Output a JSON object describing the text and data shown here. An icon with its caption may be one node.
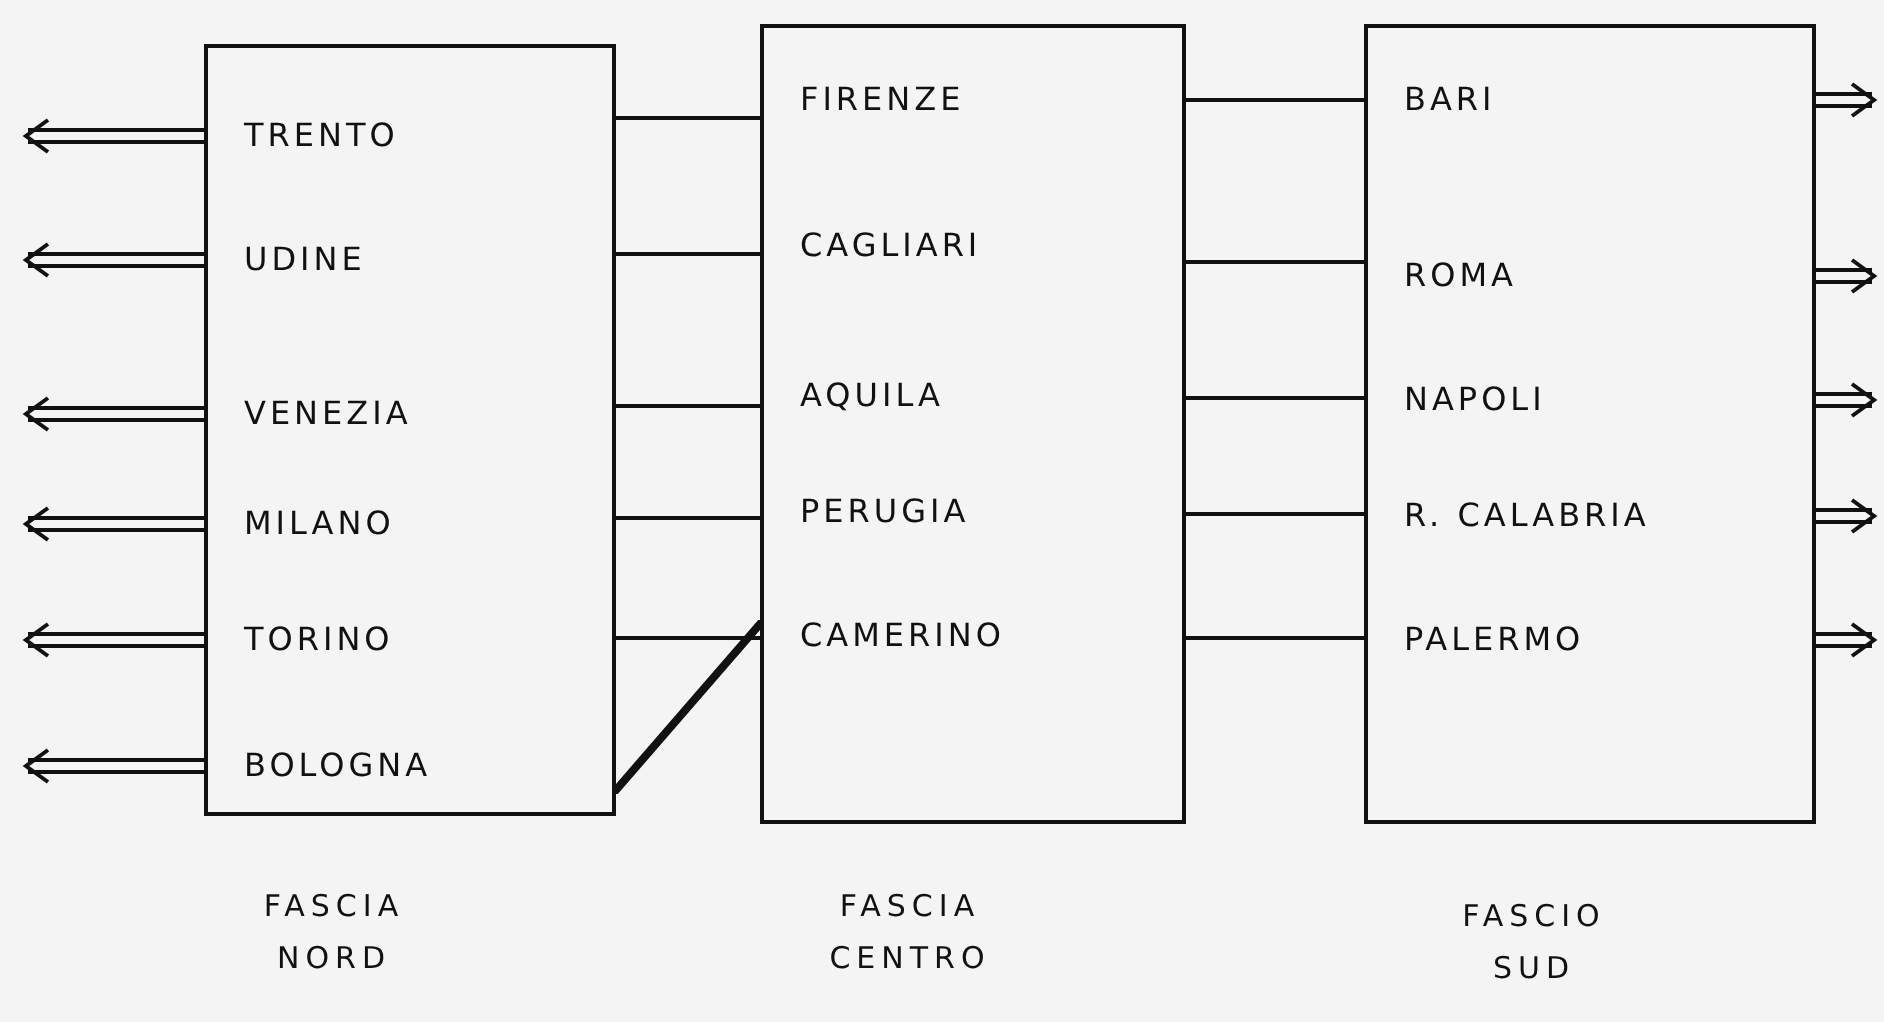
{
  "diagram": {
    "nodes": [
      {
        "text": [],
        "shape": "box",
        "beside": [
          "FASCIA NORD"
        ]
      },
      {
        "text": [
          "TRENTO"
        ],
        "in": 0
      },
      {
        "text": [
          "UDINE"
        ],
        "in": 0
      },
      {
        "text": [
          "VENEZIA"
        ],
        "in": 0
      },
      {
        "text": [
          "MILANO"
        ],
        "in": 0
      },
      {
        "text": [
          "TORINO"
        ],
        "in": 0
      },
      {
        "text": [
          "BOLOGNA"
        ],
        "in": 0
      },
      {
        "text": [],
        "shape": "box",
        "beside": [
          "FASCIA CENTRO"
        ]
      },
      {
        "text": [
          "FIRENZE"
        ],
        "in": 7
      },
      {
        "text": [
          "CAGLIARI"
        ],
        "in": 7
      },
      {
        "text": [
          "AQUILA"
        ],
        "in": 7
      },
      {
        "text": [
          "PERUGIA"
        ],
        "in": 7
      },
      {
        "text": [
          "CAMERINO"
        ],
        "in": 7
      },
      {
        "text": [],
        "shape": "box",
        "beside": [
          "FASCIO SUD"
        ]
      },
      {
        "text": [
          "BARI"
        ],
        "in": 13
      },
      {
        "text": [
          "ROMA"
        ],
        "in": 13
      },
      {
        "text": [
          "NAPOLI"
        ],
        "in": 13
      },
      {
        "text": [
          "R. CALABRIA"
        ],
        "in": 13
      },
      {
        "text": [
          "PALERMO"
        ],
        "in": 13
      }
    ],
    "edges": [
      {
        "from": 1,
        "to": null,
        "arrow": "to"
      },
      {
        "from": 2,
        "to": null,
        "arrow": "to"
      },
      {
        "from": 3,
        "to": null,
        "arrow": "to"
      },
      {
        "from": 4,
        "to": null,
        "arrow": "to"
      },
      {
        "from": 5,
        "to": null,
        "arrow": "to"
      },
      {
        "from": 6,
        "to": null,
        "arrow": "to"
      },
      {
        "from": 1,
        "to": 8,
        "arrow": "none"
      },
      {
        "from": 2,
        "to": 9,
        "arrow": "none"
      },
      {
        "from": 3,
        "to": 10,
        "arrow": "none"
      },
      {
        "from": 4,
        "to": 11,
        "arrow": "none"
      },
      {
        "from": 5,
        "to": 12,
        "arrow": "none"
      },
      {
        "from": 6,
        "to": 12,
        "arrow": "none",
        "style": "thick"
      },
      {
        "from": 8,
        "to": 14,
        "arrow": "none"
      },
      {
        "from": 9,
        "to": 15,
        "arrow": "none"
      },
      {
        "from": 10,
        "to": 16,
        "arrow": "none"
      },
      {
        "from": 11,
        "to": 17,
        "arrow": "none"
      },
      {
        "from": 12,
        "to": 18,
        "arrow": "none"
      },
      {
        "from": 14,
        "to": null,
        "arrow": "to"
      },
      {
        "from": 15,
        "to": null,
        "arrow": "to"
      },
      {
        "from": 16,
        "to": null,
        "arrow": "to"
      },
      {
        "from": 17,
        "to": null,
        "arrow": "to"
      },
      {
        "from": 18,
        "to": null,
        "arrow": "to"
      }
    ]
  }
}
